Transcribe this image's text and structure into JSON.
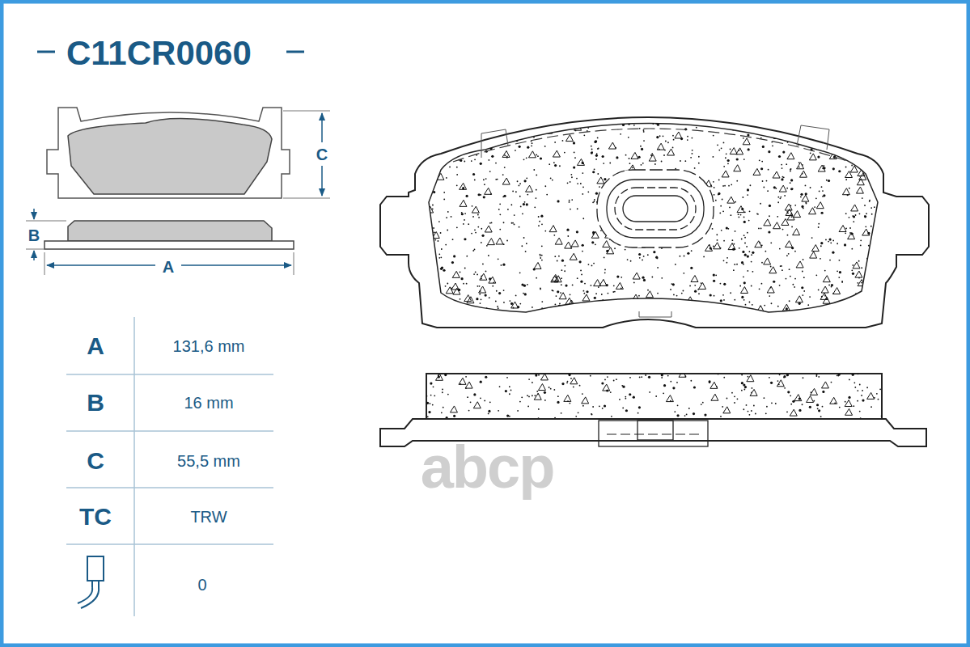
{
  "diagram": {
    "title": "C11CR0060",
    "labels": [
      "C",
      "B",
      "A",
      "A",
      "131,6 mm",
      "B",
      "16 mm",
      "C",
      "55,5 mm",
      "TC",
      "TRW",
      "0",
      "abcp"
    ]
  }
}
